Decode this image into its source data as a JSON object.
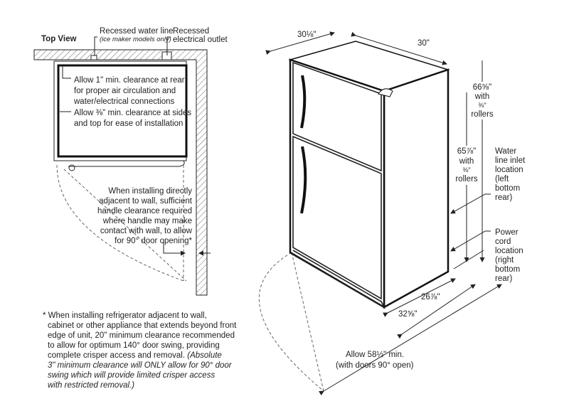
{
  "top_view": {
    "title": "Top View",
    "water_line": [
      "Recessed water line",
      "(ice maker models only)"
    ],
    "outlet": [
      "Recessed",
      "electrical outlet"
    ],
    "rear_clearance": [
      "Allow 1\" min. clearance at rear",
      "for proper air circulation and",
      "water/electrical connections"
    ],
    "side_clearance": [
      "Allow ⅜\" min. clearance at sides",
      "and top for ease of installation"
    ],
    "handle_note": [
      "When installing directly",
      "adjacent to wall, sufficient",
      "handle clearance required",
      "where handle may make",
      "contact with wall, to allow",
      "for 90° door opening*"
    ]
  },
  "footnote": [
    "* When installing refrigerator adjacent to wall,",
    "cabinet or other appliance that extends beyond front",
    "edge of unit, 20\" minimum clearance recommended",
    "to allow for optimum 140° door swing, providing",
    "complete crisper access and removal.",
    "(Absolute",
    "3\" minimum clearance will ONLY allow for 90° door",
    "swing which will provide limited crisper access",
    "with restricted removal.)"
  ],
  "dimensions": {
    "depth_top": "30⅛\"",
    "width_top": "30\"",
    "height_rollers_1": [
      "66⅝\"",
      "with",
      "⅜\"",
      "rollers"
    ],
    "height_rollers_2": [
      "65⅞\"",
      "with",
      "⅜\"",
      "rollers"
    ],
    "depth_bottom_1": "26⅞\"",
    "depth_bottom_2": "32⅝\"",
    "door_open": [
      "Allow 58½\" min.",
      "(with doors 90° open)"
    ]
  },
  "callouts": {
    "water_inlet": [
      "Water",
      "line inlet",
      "location",
      "(left",
      "bottom",
      "rear)"
    ],
    "power_cord": [
      "Power",
      "cord",
      "location",
      "(right",
      "bottom",
      "rear)"
    ]
  }
}
